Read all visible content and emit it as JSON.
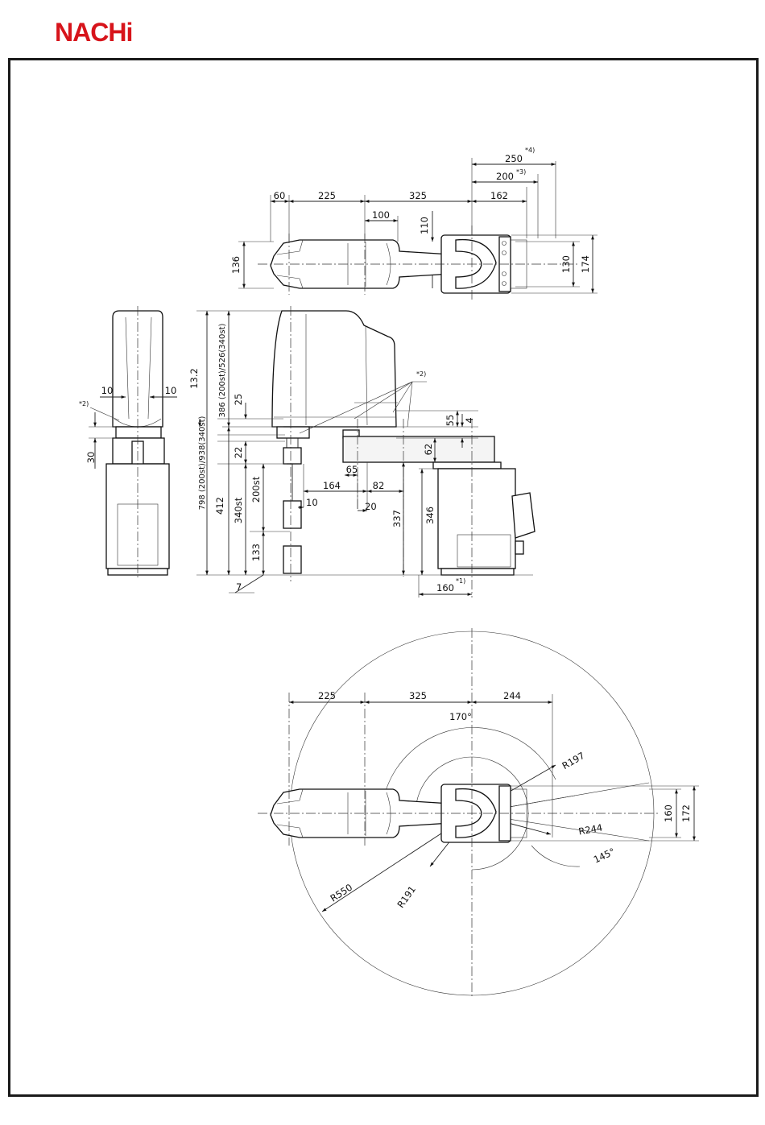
{
  "header": {
    "brand": "NACHi"
  },
  "top_view": {
    "dims": [
      "60",
      "225",
      "325",
      "162",
      "250",
      "200",
      "100",
      "110",
      "136",
      "130",
      "174"
    ],
    "notes": [
      "*4)",
      "*3)"
    ]
  },
  "side_view": {
    "dims": [
      "10",
      "10",
      "30",
      "13.2",
      "386 (200st)/526(340st)",
      "798 (200st)/938(340st)",
      "412",
      "340st",
      "200st",
      "133",
      "7",
      "25",
      "22",
      "55",
      "4",
      "62",
      "65",
      "164",
      "82",
      "10",
      "20",
      "337",
      "346",
      "160"
    ],
    "notes": [
      "*2)",
      "*2)",
      "*1)"
    ]
  },
  "work_envelope": {
    "dims": [
      "225",
      "325",
      "244",
      "170°",
      "R197",
      "R244",
      "145°",
      "R191",
      "R550",
      "160",
      "172"
    ]
  }
}
